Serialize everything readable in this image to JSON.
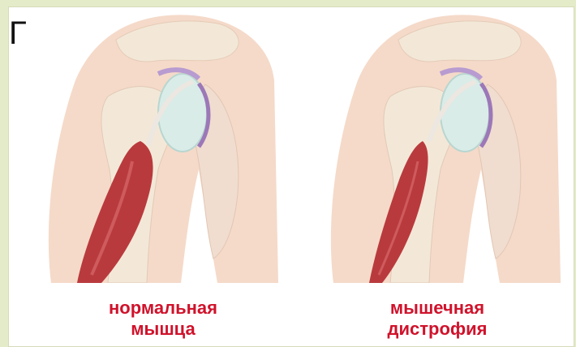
{
  "corner_glyph": "Г",
  "panels": [
    {
      "caption_line1": "нормальная",
      "caption_line2": "мышца"
    },
    {
      "caption_line1": "мышечная",
      "caption_line2": "дистрофия"
    }
  ],
  "colors": {
    "background": "#e4ebc8",
    "skin": "#f5dac9",
    "bone": "#f3e8d8",
    "muscle": "#b93a3d",
    "cartilage": "#cfe6e2",
    "capsule": "#9c78b8",
    "caption": "#d0122b"
  },
  "icons": [
    "shoulder-illustration-normal",
    "shoulder-illustration-dystrophy"
  ]
}
